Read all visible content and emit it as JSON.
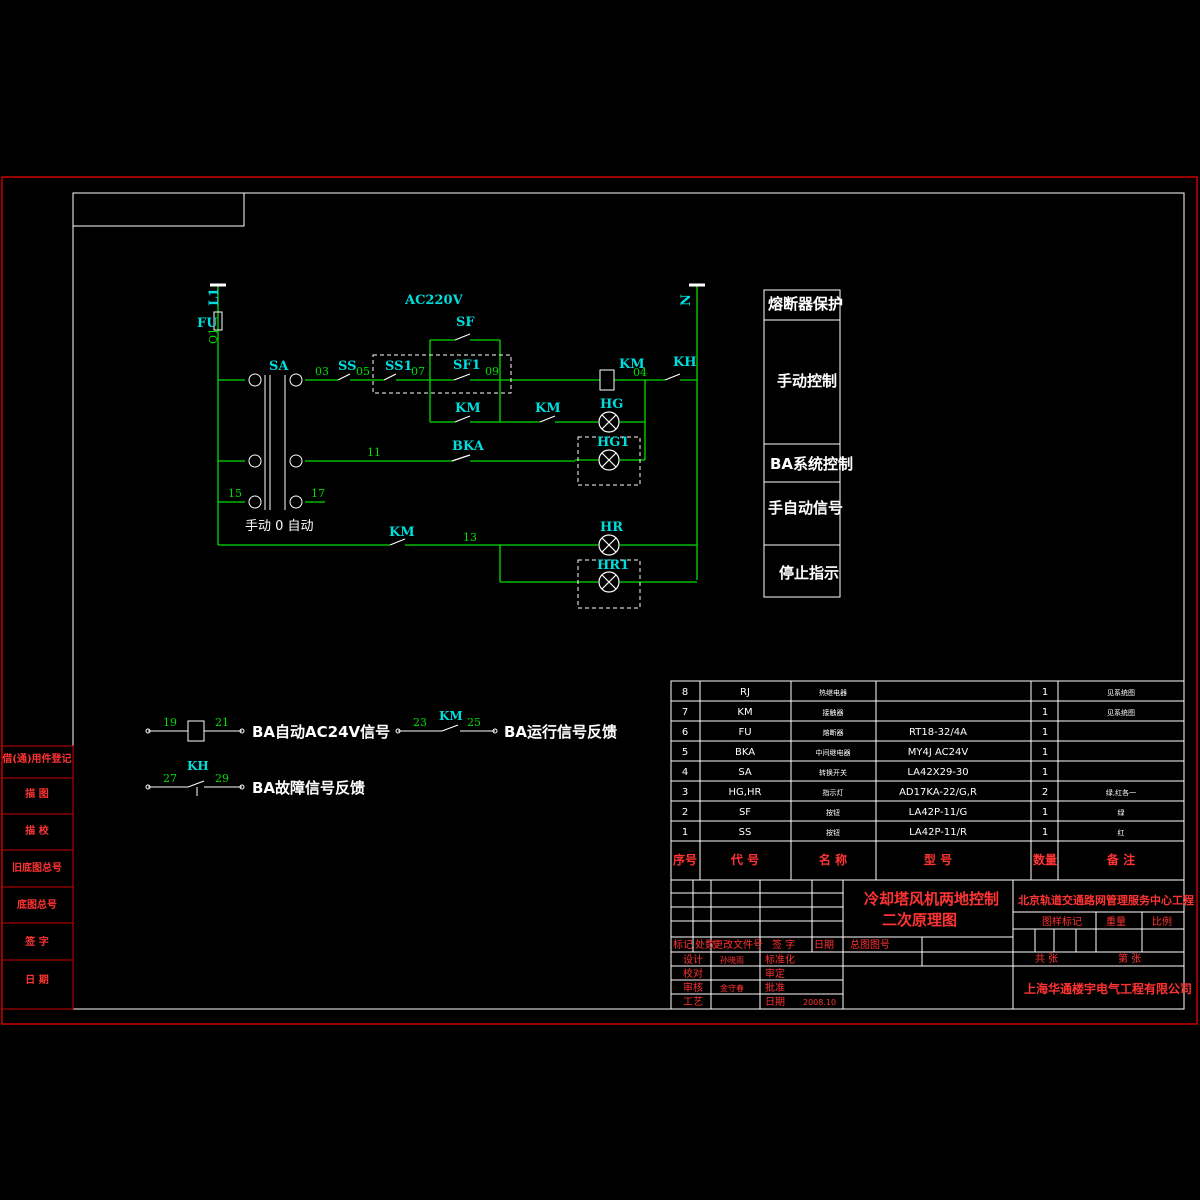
{
  "colors": {
    "background": "#000000",
    "frame": "#cc0000",
    "wire": "#00dd00",
    "label": "#00dddd",
    "white": "#ffffff",
    "red_text": "#ff3333",
    "yellow": "#ffff00"
  },
  "circuit": {
    "supply_label": "AC220V",
    "l1": "L1",
    "q1": "Q1",
    "n": "N",
    "fu": "FU",
    "sa": "SA",
    "ss": "SS",
    "ss1": "SS1",
    "sf": "SF",
    "sf1": "SF1",
    "km_coil": "KM",
    "kh": "KH",
    "km_contact_a": "KM",
    "km_contact_b": "KM",
    "hg": "HG",
    "hg1": "HG1",
    "bka": "BKA",
    "hr": "HR",
    "hr1": "HR1",
    "km_bottom": "KM",
    "wire_03": "03",
    "wire_05": "05",
    "wire_07": "07",
    "wire_09": "09",
    "wire_04": "04",
    "wire_11": "11",
    "wire_13": "13",
    "wire_15": "15",
    "wire_17": "17",
    "switch_positions": "手动 0 自动"
  },
  "function_blocks": [
    "熔断器保护",
    "手动控制",
    "BA系统控制",
    "手自动信号",
    "停止指示"
  ],
  "signals": {
    "s1_left": "19",
    "s1_right": "21",
    "s1_text": "BA自动AC24V信号",
    "s2_left": "23",
    "s2_right": "25",
    "s2_label": "KM",
    "s2_text": "BA运行信号反馈",
    "s3_left": "27",
    "s3_right": "29",
    "s3_label": "KH",
    "s3_text": "BA故障信号反馈"
  },
  "left_column": [
    "借(通)用件登记",
    "描  图",
    "描  校",
    "旧底图总号",
    "底图总号",
    "签  字",
    "日  期"
  ],
  "parts_table": {
    "rows": [
      {
        "no": "8",
        "code": "RJ",
        "name": "热继电器",
        "model": "",
        "qty": "1",
        "note": "见系统图"
      },
      {
        "no": "7",
        "code": "KM",
        "name": "接触器",
        "model": "",
        "qty": "1",
        "note": "见系统图"
      },
      {
        "no": "6",
        "code": "FU",
        "name": "熔断器",
        "model": "RT18-32/4A",
        "qty": "1",
        "note": ""
      },
      {
        "no": "5",
        "code": "BKA",
        "name": "中间继电器",
        "model": "MY4J  AC24V",
        "qty": "1",
        "note": ""
      },
      {
        "no": "4",
        "code": "SA",
        "name": "转换开关",
        "model": "LA42X29-30",
        "qty": "1",
        "note": ""
      },
      {
        "no": "3",
        "code": "HG,HR",
        "name": "指示灯",
        "model": "AD17KA-22/G,R",
        "qty": "2",
        "note": "绿,红各一"
      },
      {
        "no": "2",
        "code": "SF",
        "name": "按钮",
        "model": "LA42P-11/G",
        "qty": "1",
        "note": "绿"
      },
      {
        "no": "1",
        "code": "SS",
        "name": "按钮",
        "model": "LA42P-11/R",
        "qty": "1",
        "note": "红"
      }
    ],
    "header": {
      "no": "序号",
      "code": "代  号",
      "name": "名  称",
      "model": "型  号",
      "qty": "数量",
      "note": "备  注"
    }
  },
  "title_block": {
    "title_line1": "冷却塔风机两地控制",
    "title_line2": "二次原理图",
    "project": "北京轨道交通路网管理服务中心工程",
    "drawing_mark": "图样标记",
    "weight": "重量",
    "scale": "比例",
    "sheets_total": "共  张",
    "sheet_no": "第  张",
    "company": "上海华通楼宇电气工程有限公司",
    "rev_headers": [
      "标记",
      "处数",
      "更改文件号",
      "签  字",
      "日期"
    ],
    "master_no": "总图图号",
    "design": "设计",
    "designer": "孙晓雨",
    "standardize": "标准化",
    "check": "校对",
    "review": "审定",
    "audit": "审核",
    "auditor": "金守春",
    "approve": "批准",
    "process": "工艺",
    "date_label": "日期",
    "date_value": "2008.10"
  }
}
